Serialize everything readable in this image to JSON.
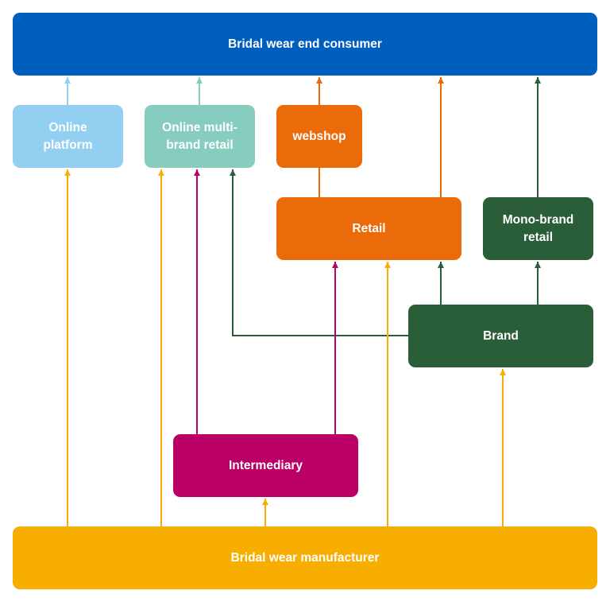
{
  "colors": {
    "consumer": "#005EBF",
    "online_platform": "#93CFF0",
    "multibrand": "#86CDC0",
    "orange": "#EB6B0A",
    "green": "#2A5E38",
    "magenta": "#BA0066",
    "yellow": "#F7AE00"
  },
  "nodes": {
    "consumer": "Bridal wear end consumer",
    "online_platform": "Online\nplatform",
    "online_multibrand": "Online multi-\nbrand retail",
    "webshop": "webshop",
    "retail": "Retail",
    "mono_brand": "Mono-brand\nretail",
    "brand": "Brand",
    "intermediary": "Intermediary",
    "manufacturer": "Bridal wear manufacturer"
  },
  "edges": [
    {
      "from": "online_platform",
      "to": "consumer"
    },
    {
      "from": "online_multibrand",
      "to": "consumer"
    },
    {
      "from": "webshop",
      "to": "consumer"
    },
    {
      "from": "retail",
      "to": "consumer"
    },
    {
      "from": "retail",
      "to": "webshop"
    },
    {
      "from": "mono_brand",
      "to": "consumer"
    },
    {
      "from": "brand",
      "to": "retail"
    },
    {
      "from": "brand",
      "to": "mono_brand"
    },
    {
      "from": "brand",
      "to": "online_multibrand"
    },
    {
      "from": "intermediary",
      "to": "online_multibrand"
    },
    {
      "from": "intermediary",
      "to": "retail"
    },
    {
      "from": "manufacturer",
      "to": "online_platform"
    },
    {
      "from": "manufacturer",
      "to": "online_multibrand"
    },
    {
      "from": "manufacturer",
      "to": "intermediary"
    },
    {
      "from": "manufacturer",
      "to": "retail"
    },
    {
      "from": "manufacturer",
      "to": "brand"
    }
  ]
}
